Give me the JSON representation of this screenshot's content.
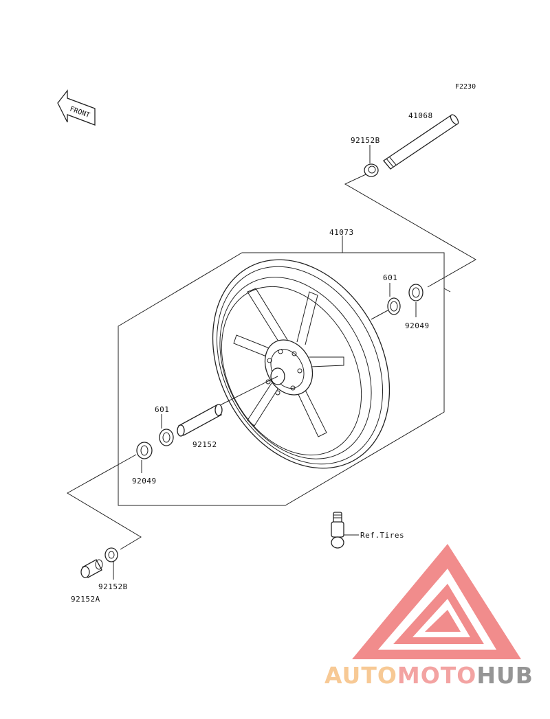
{
  "diagram": {
    "code": "F2230",
    "front_label": "FRONT",
    "parts": {
      "axle": "41068",
      "collar_top": "92152B",
      "wheel": "41073",
      "bearing_right": "601",
      "seal_right": "92049",
      "bearing_left": "601",
      "spacer": "92152",
      "seal_left": "92049",
      "collar_bottom": "92152B",
      "collar_bottom_a": "92152A",
      "valve": "Ref.Tires"
    }
  },
  "watermark": {
    "brand_a": "AUTO",
    "brand_b": "MOTO",
    "brand_c": "HUB",
    "color_a": "#f7c48a",
    "color_b": "#f29a98",
    "color_c": "#8a8a8a",
    "triangle_color": "#f08080"
  }
}
